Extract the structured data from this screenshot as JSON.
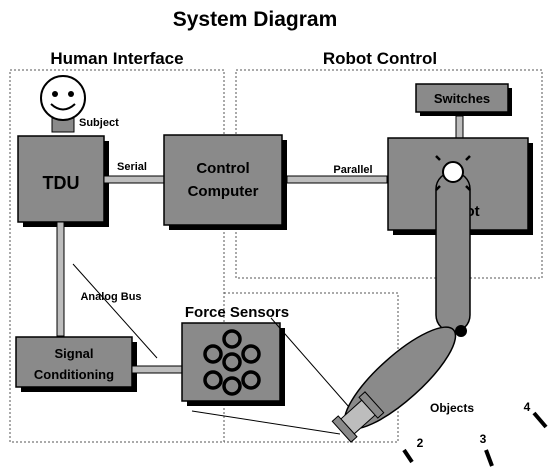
{
  "title": "System Diagram",
  "regions": {
    "human": "Human Interface",
    "robot": "Robot Control"
  },
  "blocks": {
    "subject": "Subject",
    "tdu": "TDU",
    "control_line1": "Control",
    "control_line2": "Computer",
    "switches": "Switches",
    "robot": "Robot",
    "signal_line1": "Signal",
    "signal_line2": "Conditioning",
    "force_sensors": "Force Sensors"
  },
  "links": {
    "serial": "Serial",
    "parallel": "Parallel",
    "analog_bus": "Analog Bus"
  },
  "objects": {
    "label": "Objects",
    "items": [
      "2",
      "3",
      "4"
    ]
  }
}
